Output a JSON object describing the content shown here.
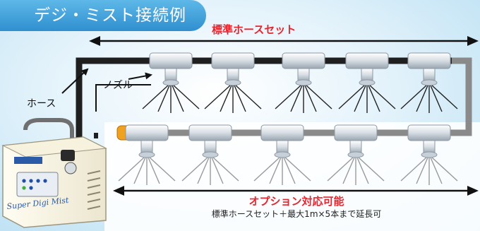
{
  "title": "デジ・ミスト接続例",
  "standard": {
    "label": "標準ホースセット"
  },
  "option": {
    "label": "オプション対応可能",
    "sub": "標準ホースセット＋最大1m×5本まで延長可"
  },
  "hose": {
    "label": "ホース"
  },
  "nozzle": {
    "label": "ノズル"
  },
  "unit": {
    "brand": "Super Digi Mist"
  },
  "colors": {
    "title_bg": "#2f8fcf",
    "accent_red": "#e8242d",
    "hose_dark": "#222222",
    "hose_extension": "#808080",
    "connector": "#f0a21e"
  }
}
